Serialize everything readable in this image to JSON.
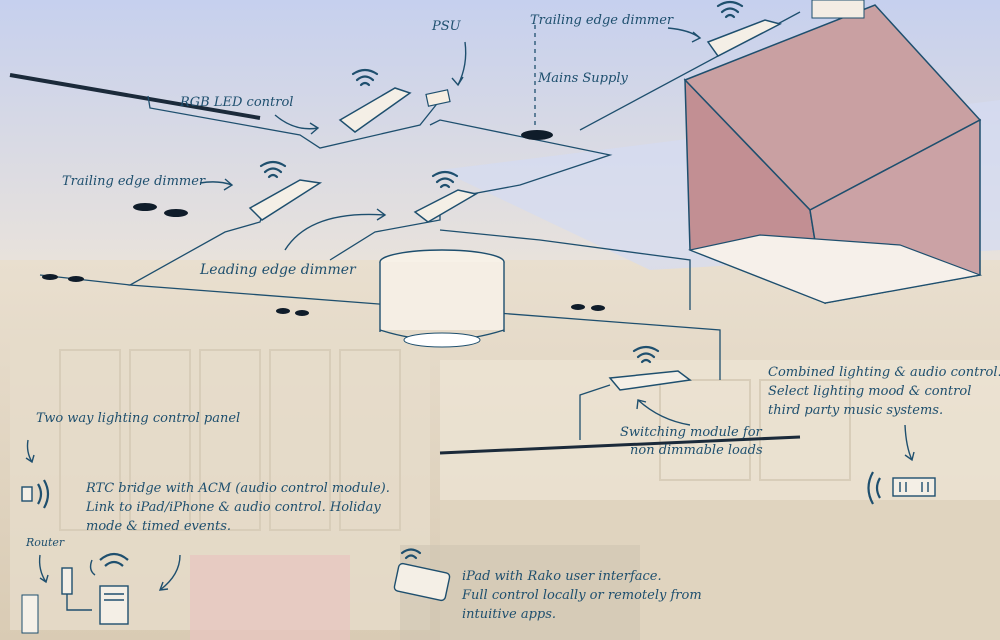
{
  "labels": {
    "psu": "PSU",
    "trailing_edge_top": "Trailing edge dimmer",
    "mains_supply": "Mains Supply",
    "rgb_led": "RGB LED control",
    "trailing_edge_left": "Trailing edge dimmer",
    "leading_edge": "Leading edge dimmer",
    "combined_1": "Combined lighting & audio control.",
    "combined_2": "Select lighting mood & control",
    "combined_3": "third party music systems.",
    "panel": "Two way lighting control panel",
    "switching_1": "Switching module for",
    "switching_2": "non dimmable loads",
    "rtc_1": "RTC bridge with ACM (audio control module).",
    "rtc_2": "Link to iPad/iPhone & audio control. Holiday",
    "rtc_3": "mode & timed events.",
    "router": "Router",
    "ipad_1": "iPad with Rako user interface.",
    "ipad_2": "Full control locally or remotely from",
    "ipad_3": "intuitive apps."
  },
  "colors": {
    "ink": "#1e4f6e",
    "wall": "#efe6d6",
    "ceiling_glow": "#b8c6e8",
    "shade": "#c99a9a"
  }
}
